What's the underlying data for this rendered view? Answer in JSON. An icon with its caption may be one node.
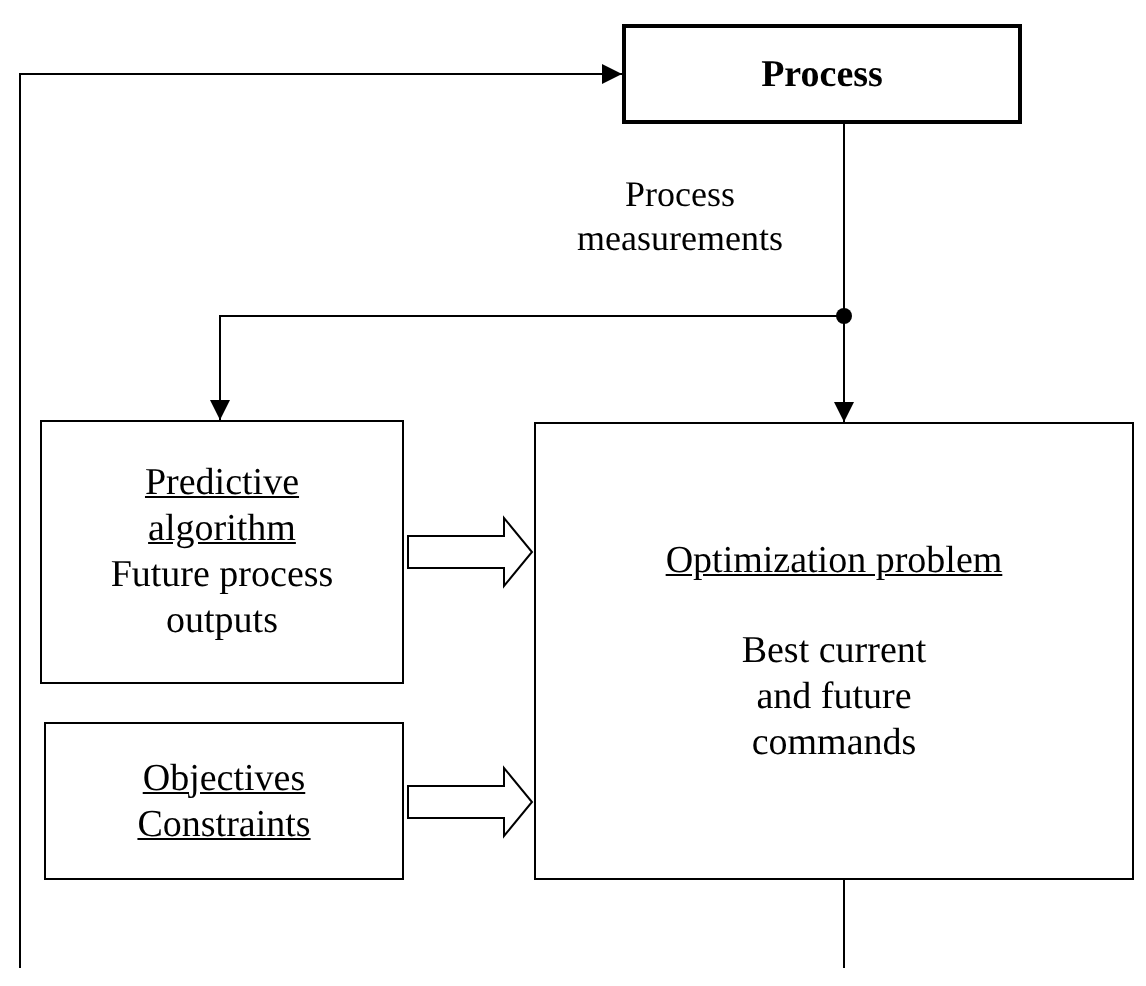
{
  "diagram": {
    "nodes": [
      {
        "text": [
          "Process"
        ]
      },
      {
        "text": [
          "Predictive algorithm",
          "Future process outputs"
        ]
      },
      {
        "text": [
          "Objectives",
          "Constraints"
        ]
      },
      {
        "text": [
          "Optimization problem",
          "Best current and future commands"
        ]
      }
    ],
    "edges": [
      {
        "from": 0,
        "to": 1,
        "arrow": "to"
      },
      {
        "from": 0,
        "to": 3,
        "arrow": "to",
        "label": "Process measurements"
      },
      {
        "from": 1,
        "to": 3,
        "arrow": "to",
        "style": "thick"
      },
      {
        "from": 2,
        "to": 3,
        "arrow": "to",
        "style": "thick"
      },
      {
        "from": 3,
        "to": null,
        "arrow": "none"
      },
      {
        "from": null,
        "to": 0,
        "arrow": "to"
      }
    ]
  }
}
